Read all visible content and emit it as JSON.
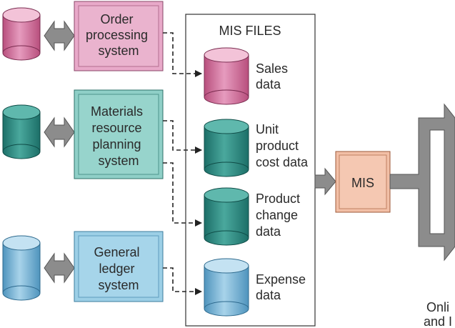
{
  "systems": [
    {
      "id": "order",
      "label_lines": [
        "Order",
        "processing",
        "system"
      ],
      "color": "#e8a9c9"
    },
    {
      "id": "mrp",
      "label_lines": [
        "Materials",
        "resource",
        "planning",
        "system"
      ],
      "color": "#8fcfc7"
    },
    {
      "id": "gl",
      "label_lines": [
        "General",
        "ledger",
        "system"
      ],
      "color": "#9ccfe6"
    }
  ],
  "mis_files": {
    "title": "MIS FILES",
    "files": [
      {
        "id": "sales",
        "label_lines": [
          "Sales",
          "data"
        ],
        "color": "#d9789f"
      },
      {
        "id": "unit-cost",
        "label_lines": [
          "Unit",
          "product",
          "cost data"
        ],
        "color": "#2e9488"
      },
      {
        "id": "product-change",
        "label_lines": [
          "Product",
          "change",
          "data"
        ],
        "color": "#2e9488"
      },
      {
        "id": "expense",
        "label_lines": [
          "Expense",
          "data"
        ],
        "color": "#6fb2d6"
      }
    ]
  },
  "mis": {
    "label": "MIS",
    "color": "#f2bfa6"
  },
  "output_label_lines": [
    "Onli",
    "and I"
  ]
}
